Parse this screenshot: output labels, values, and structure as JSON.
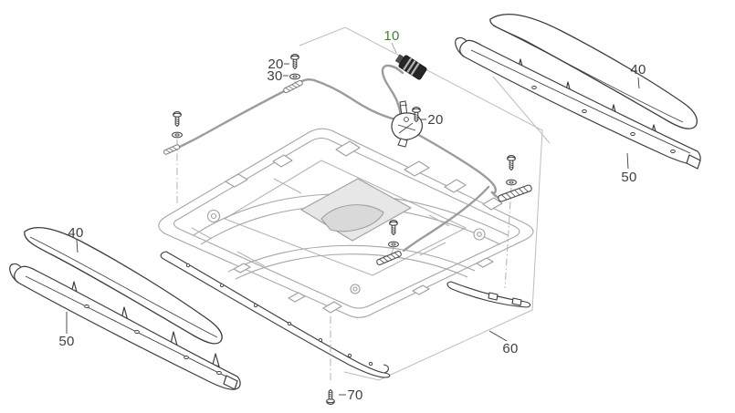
{
  "diagram": {
    "type": "exploded-parts-diagram",
    "background": "#ffffff",
    "callouts": {
      "c10": {
        "number": "10"
      },
      "c20_top": {
        "number": "20"
      },
      "c30": {
        "number": "30"
      },
      "c20_center": {
        "number": "20"
      },
      "c40_right": {
        "number": "40"
      },
      "c50_right": {
        "number": "50"
      },
      "c40_left": {
        "number": "40"
      },
      "c50_left": {
        "number": "50"
      },
      "c60": {
        "number": "60"
      },
      "c70": {
        "number": "70"
      }
    },
    "colors": {
      "accent_green": "#4a7b38",
      "label_gray": "#3f3f3f",
      "part_dark": "#3c3c3c",
      "panel_gray": "#a6a6a6",
      "cable_gray": "#9c9c9c",
      "frame_gray": "#bdbdbd"
    }
  }
}
